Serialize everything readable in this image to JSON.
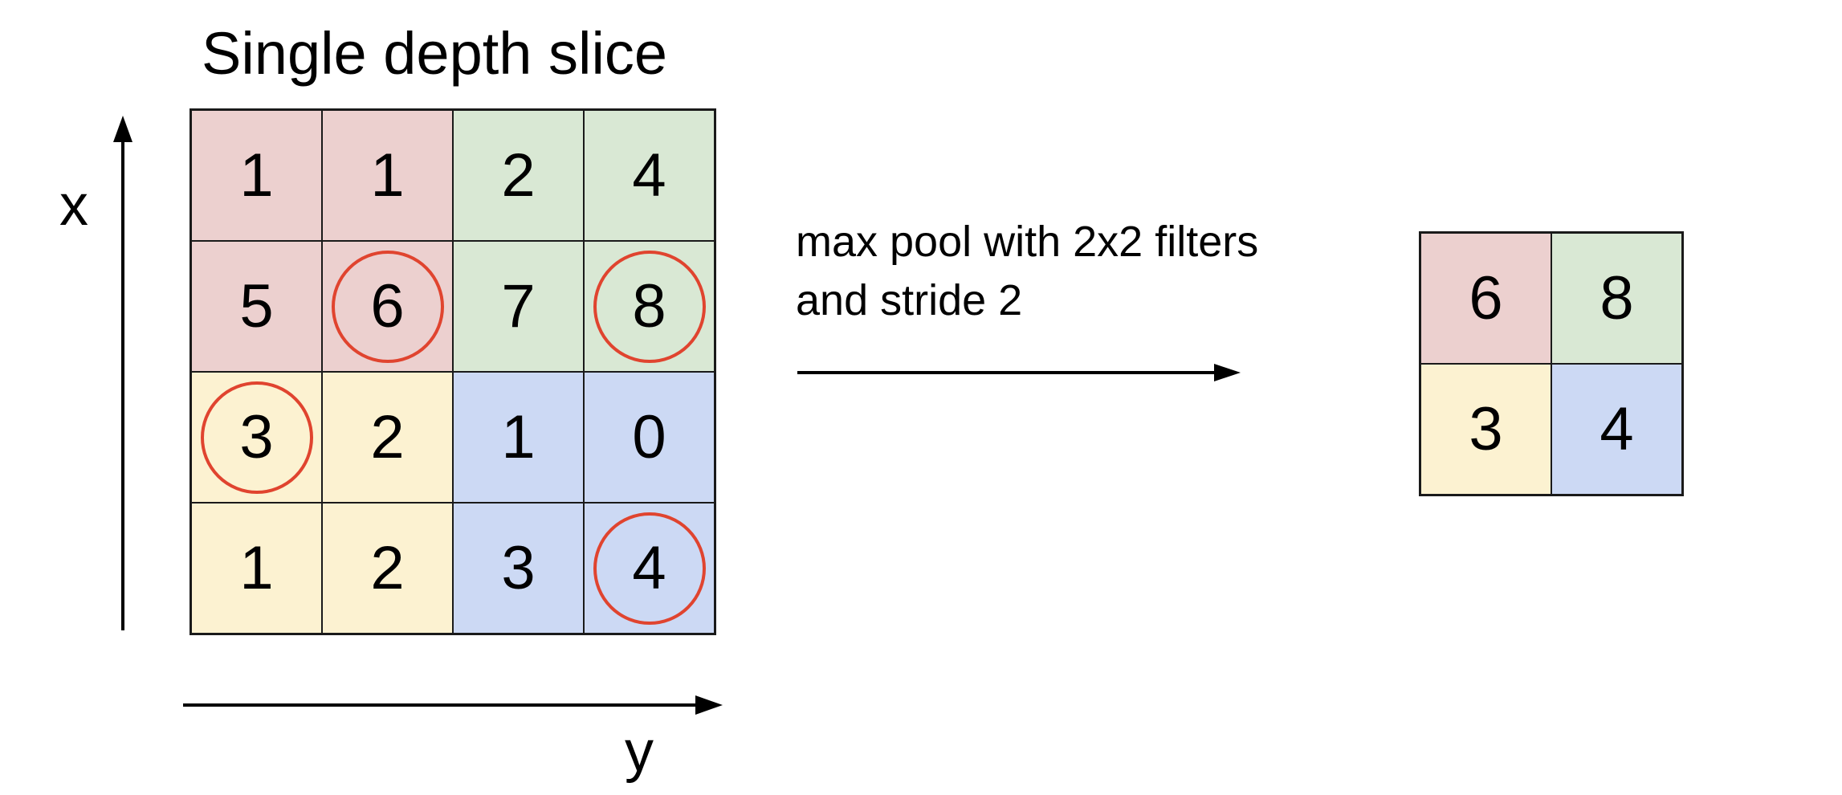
{
  "title": "Single depth slice",
  "axes": {
    "x_label": "x",
    "y_label": "y"
  },
  "caption": {
    "line1": "max pool with 2x2 filters",
    "line2": "and stride 2"
  },
  "colors": {
    "red": "#ecd0cf",
    "green": "#d9e8d4",
    "yellow": "#fcf2d1",
    "blue": "#ccd9f4",
    "highlight": "#e0442f"
  },
  "input": {
    "cells": [
      {
        "v": "1",
        "c": "red"
      },
      {
        "v": "1",
        "c": "red"
      },
      {
        "v": "2",
        "c": "green"
      },
      {
        "v": "4",
        "c": "green"
      },
      {
        "v": "5",
        "c": "red"
      },
      {
        "v": "6",
        "c": "red",
        "max": true
      },
      {
        "v": "7",
        "c": "green"
      },
      {
        "v": "8",
        "c": "green",
        "max": true
      },
      {
        "v": "3",
        "c": "yellow",
        "max": true
      },
      {
        "v": "2",
        "c": "yellow"
      },
      {
        "v": "1",
        "c": "blue"
      },
      {
        "v": "0",
        "c": "blue"
      },
      {
        "v": "1",
        "c": "yellow"
      },
      {
        "v": "2",
        "c": "yellow"
      },
      {
        "v": "3",
        "c": "blue"
      },
      {
        "v": "4",
        "c": "blue",
        "max": true
      }
    ]
  },
  "output": {
    "cells": [
      {
        "v": "6",
        "c": "red"
      },
      {
        "v": "8",
        "c": "green"
      },
      {
        "v": "3",
        "c": "yellow"
      },
      {
        "v": "4",
        "c": "blue"
      }
    ]
  }
}
